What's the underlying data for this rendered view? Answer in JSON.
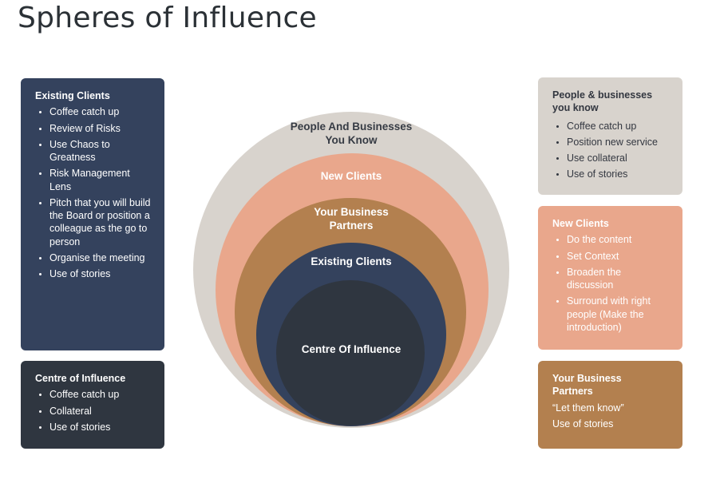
{
  "title": "Spheres of Influence",
  "diagram": {
    "rings": [
      {
        "label": "People And Businesses You Know",
        "color": "#d8d3cd"
      },
      {
        "label": "New Clients",
        "color": "#e9a78c"
      },
      {
        "label": "Your Business Partners",
        "color": "#b3804f"
      },
      {
        "label": "Existing Clients",
        "color": "#34425d"
      },
      {
        "label": "Centre Of Influence",
        "color": "#2f3640"
      }
    ]
  },
  "cards": {
    "existing_clients": {
      "heading": "Existing Clients",
      "items": [
        "Coffee catch up",
        "Review of Risks",
        "Use Chaos to Greatness",
        "Risk Management Lens",
        "Pitch that you will build the Board or position a colleague as the go to person",
        "Organise the meeting",
        "Use of stories"
      ]
    },
    "centre_of_influence": {
      "heading": "Centre of Influence",
      "items": [
        "Coffee catch up",
        "Collateral",
        "Use of stories"
      ]
    },
    "people_businesses": {
      "heading": "People & businesses you know",
      "items": [
        "Coffee catch up",
        "Position new service",
        "Use collateral",
        "Use of stories"
      ]
    },
    "new_clients": {
      "heading": "New Clients",
      "items": [
        "Do the content",
        "Set Context",
        "Broaden the discussion",
        "Surround with right people (Make the introduction)"
      ]
    },
    "business_partners": {
      "heading": "Your Business Partners",
      "lines": [
        "“Let them know”",
        "Use of stories"
      ]
    }
  }
}
